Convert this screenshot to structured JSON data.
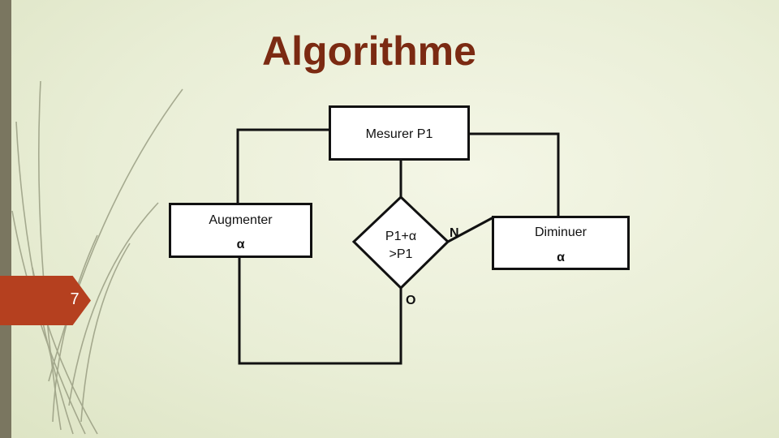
{
  "title": "Algorithme",
  "slide_number": "7",
  "nodes": {
    "measure": "Mesurer P1",
    "increase_line1": "Augmenter",
    "increase_line2": "α",
    "decision_line1": "P1+α",
    "decision_line2": ">P1",
    "decrease_line1": "Diminuer",
    "decrease_line2": "α"
  },
  "edges": {
    "no_label": "N",
    "yes_label": "O"
  },
  "colors": {
    "title": "#7b2a12",
    "slide_tab": "#b5401f",
    "left_bar": "#7a7660"
  }
}
